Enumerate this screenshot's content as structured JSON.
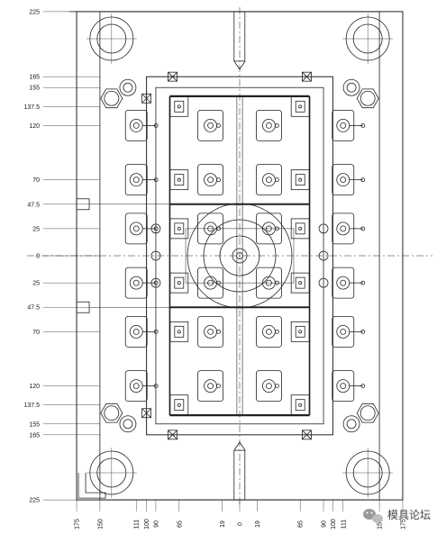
{
  "drawing": {
    "left_dimensions": [
      {
        "value": 225,
        "label": "225"
      },
      {
        "value": 165,
        "label": "165"
      },
      {
        "value": 155,
        "label": "155"
      },
      {
        "value": 137.5,
        "label": "137.5"
      },
      {
        "value": 120,
        "label": "120"
      },
      {
        "value": 70,
        "label": "70"
      },
      {
        "value": 47.5,
        "label": "47.5"
      },
      {
        "value": 25,
        "label": "25"
      },
      {
        "value": 0,
        "label": "0"
      },
      {
        "value": -25,
        "label": "25"
      },
      {
        "value": -47.5,
        "label": "47.5"
      },
      {
        "value": -70,
        "label": "70"
      },
      {
        "value": -120,
        "label": "120"
      },
      {
        "value": -137.5,
        "label": "137.5"
      },
      {
        "value": -155,
        "label": "155"
      },
      {
        "value": -165,
        "label": "165"
      },
      {
        "value": -225,
        "label": "225"
      }
    ],
    "bottom_dimensions": [
      {
        "value": -175,
        "label": "175"
      },
      {
        "value": -150,
        "label": "150"
      },
      {
        "value": -111,
        "label": "111"
      },
      {
        "value": -100,
        "label": "100"
      },
      {
        "value": -90,
        "label": "90"
      },
      {
        "value": -65,
        "label": "65"
      },
      {
        "value": -19,
        "label": "19"
      },
      {
        "value": 0,
        "label": "0"
      },
      {
        "value": 19,
        "label": "19"
      },
      {
        "value": 65,
        "label": "65"
      },
      {
        "value": 90,
        "label": "90"
      },
      {
        "value": 100,
        "label": "100"
      },
      {
        "value": 111,
        "label": "111"
      },
      {
        "value": 150,
        "label": "150"
      },
      {
        "value": 175,
        "label": "175"
      }
    ]
  },
  "watermark": {
    "text": "模具论坛",
    "icon": "wechat-icon"
  }
}
